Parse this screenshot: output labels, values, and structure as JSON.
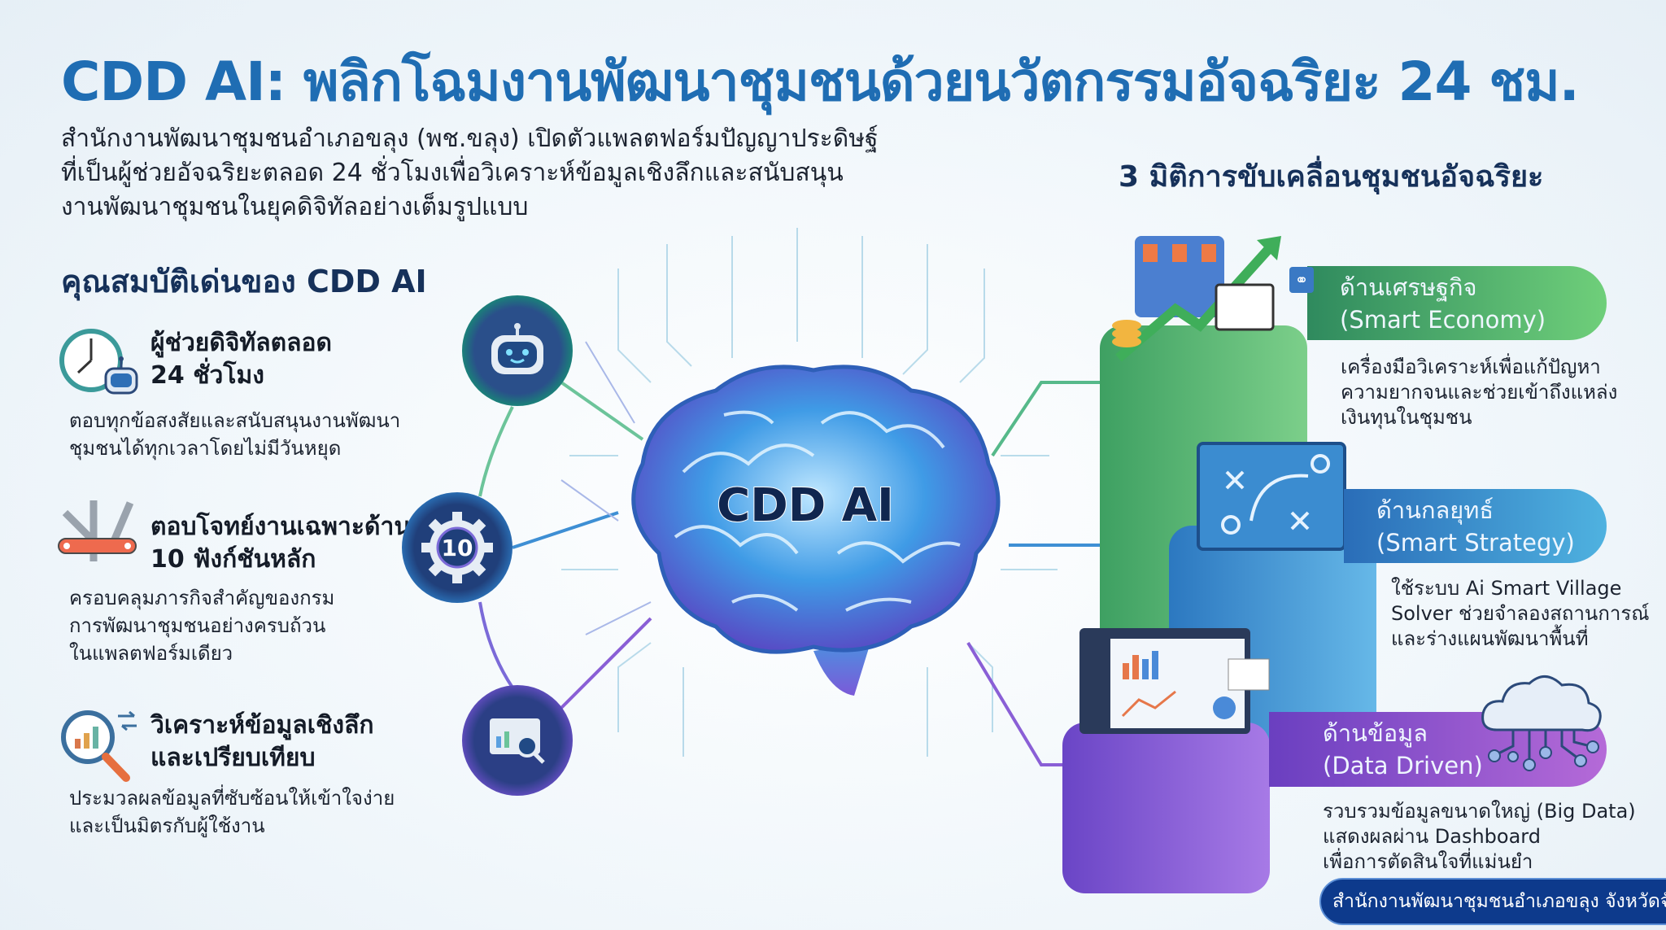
{
  "title": "CDD AI: พลิกโฉมงานพัฒนาชุมชนด้วยนวัตกรรมอัจฉริยะ 24 ชม.",
  "intro": [
    "สำนักงานพัฒนาชุมชนอำเภอขลุง (พช.ขลุง) เปิดตัวแพลตฟอร์มปัญญาประดิษฐ์",
    "ที่เป็นผู้ช่วยอัจฉริยะตลอด 24 ชั่วโมงเพื่อวิเคราะห์ข้อมูลเชิงลึกและสนับสนุน",
    "งานพัฒนาชุมชนในยุคดิจิทัลอย่างเต็มรูปแบบ"
  ],
  "features": {
    "heading": "คุณสมบัติเด่นของ CDD AI",
    "items": [
      {
        "title": [
          "ผู้ช่วยดิจิทัลตลอด",
          "24 ชั่วโมง"
        ],
        "desc": [
          "ตอบทุกข้อสงสัยและสนับสนุนงานพัฒนา",
          "ชุมชนได้ทุกเวลาโดยไม่มีวันหยุด"
        ],
        "icon": "clock-robot-icon"
      },
      {
        "title": [
          "ตอบโจทย์งานเฉพาะด้าน",
          "10 ฟังก์ชันหลัก"
        ],
        "desc": [
          "ครอบคลุมภารกิจสำคัญของกรม",
          "การพัฒนาชุมชนอย่างครบถ้วน",
          "ในแพลตฟอร์มเดียว"
        ],
        "icon": "multitool-icon"
      },
      {
        "title": [
          "วิเคราะห์ข้อมูลเชิงลึก",
          "และเปรียบเทียบ"
        ],
        "desc": [
          "ประมวลผลข้อมูลที่ซับซ้อนให้เข้าใจง่าย",
          "และเป็นมิตรกับผู้ใช้งาน"
        ],
        "icon": "magnifier-chart-icon"
      }
    ]
  },
  "hub": {
    "label": "CDD AI",
    "gear_number": "10"
  },
  "dimensions": {
    "heading": "3 มิติการขับเคลื่อนชุมชนอัจฉริยะ",
    "items": [
      {
        "name": "ด้านเศรษฐกิจ",
        "en": "(Smart Economy)",
        "desc": [
          "เครื่องมือวิเคราะห์เพื่อแก้ปัญหา",
          "ความยากจนและช่วยเข้าถึงแหล่ง",
          "เงินทุนในชุมชน"
        ],
        "color": "#3fae6a"
      },
      {
        "name": "ด้านกลยุทธ์",
        "en": "(Smart Strategy)",
        "desc": [
          "ใช้ระบบ Ai Smart Village",
          "Solver ช่วยจำลองสถานการณ์",
          "และร่างแผนพัฒนาพื้นที่"
        ],
        "color": "#2f8fcf"
      },
      {
        "name": "ด้านข้อมูล",
        "en": "(Data Driven)",
        "desc": [
          "รวบรวมข้อมูลขนาดใหญ่ (Big Data)",
          "แสดงผลผ่าน Dashboard",
          "เพื่อการตัดสินใจที่แม่นยำ"
        ],
        "color": "#8a4fd0"
      }
    ]
  },
  "footer": "สำนักงานพัฒนาชุมชนอำเภอขลุง จังหวัดจันทบุรี",
  "colors": {
    "title": "#1f6db3",
    "heading": "#16315a",
    "footer": "#0d3a8c"
  }
}
